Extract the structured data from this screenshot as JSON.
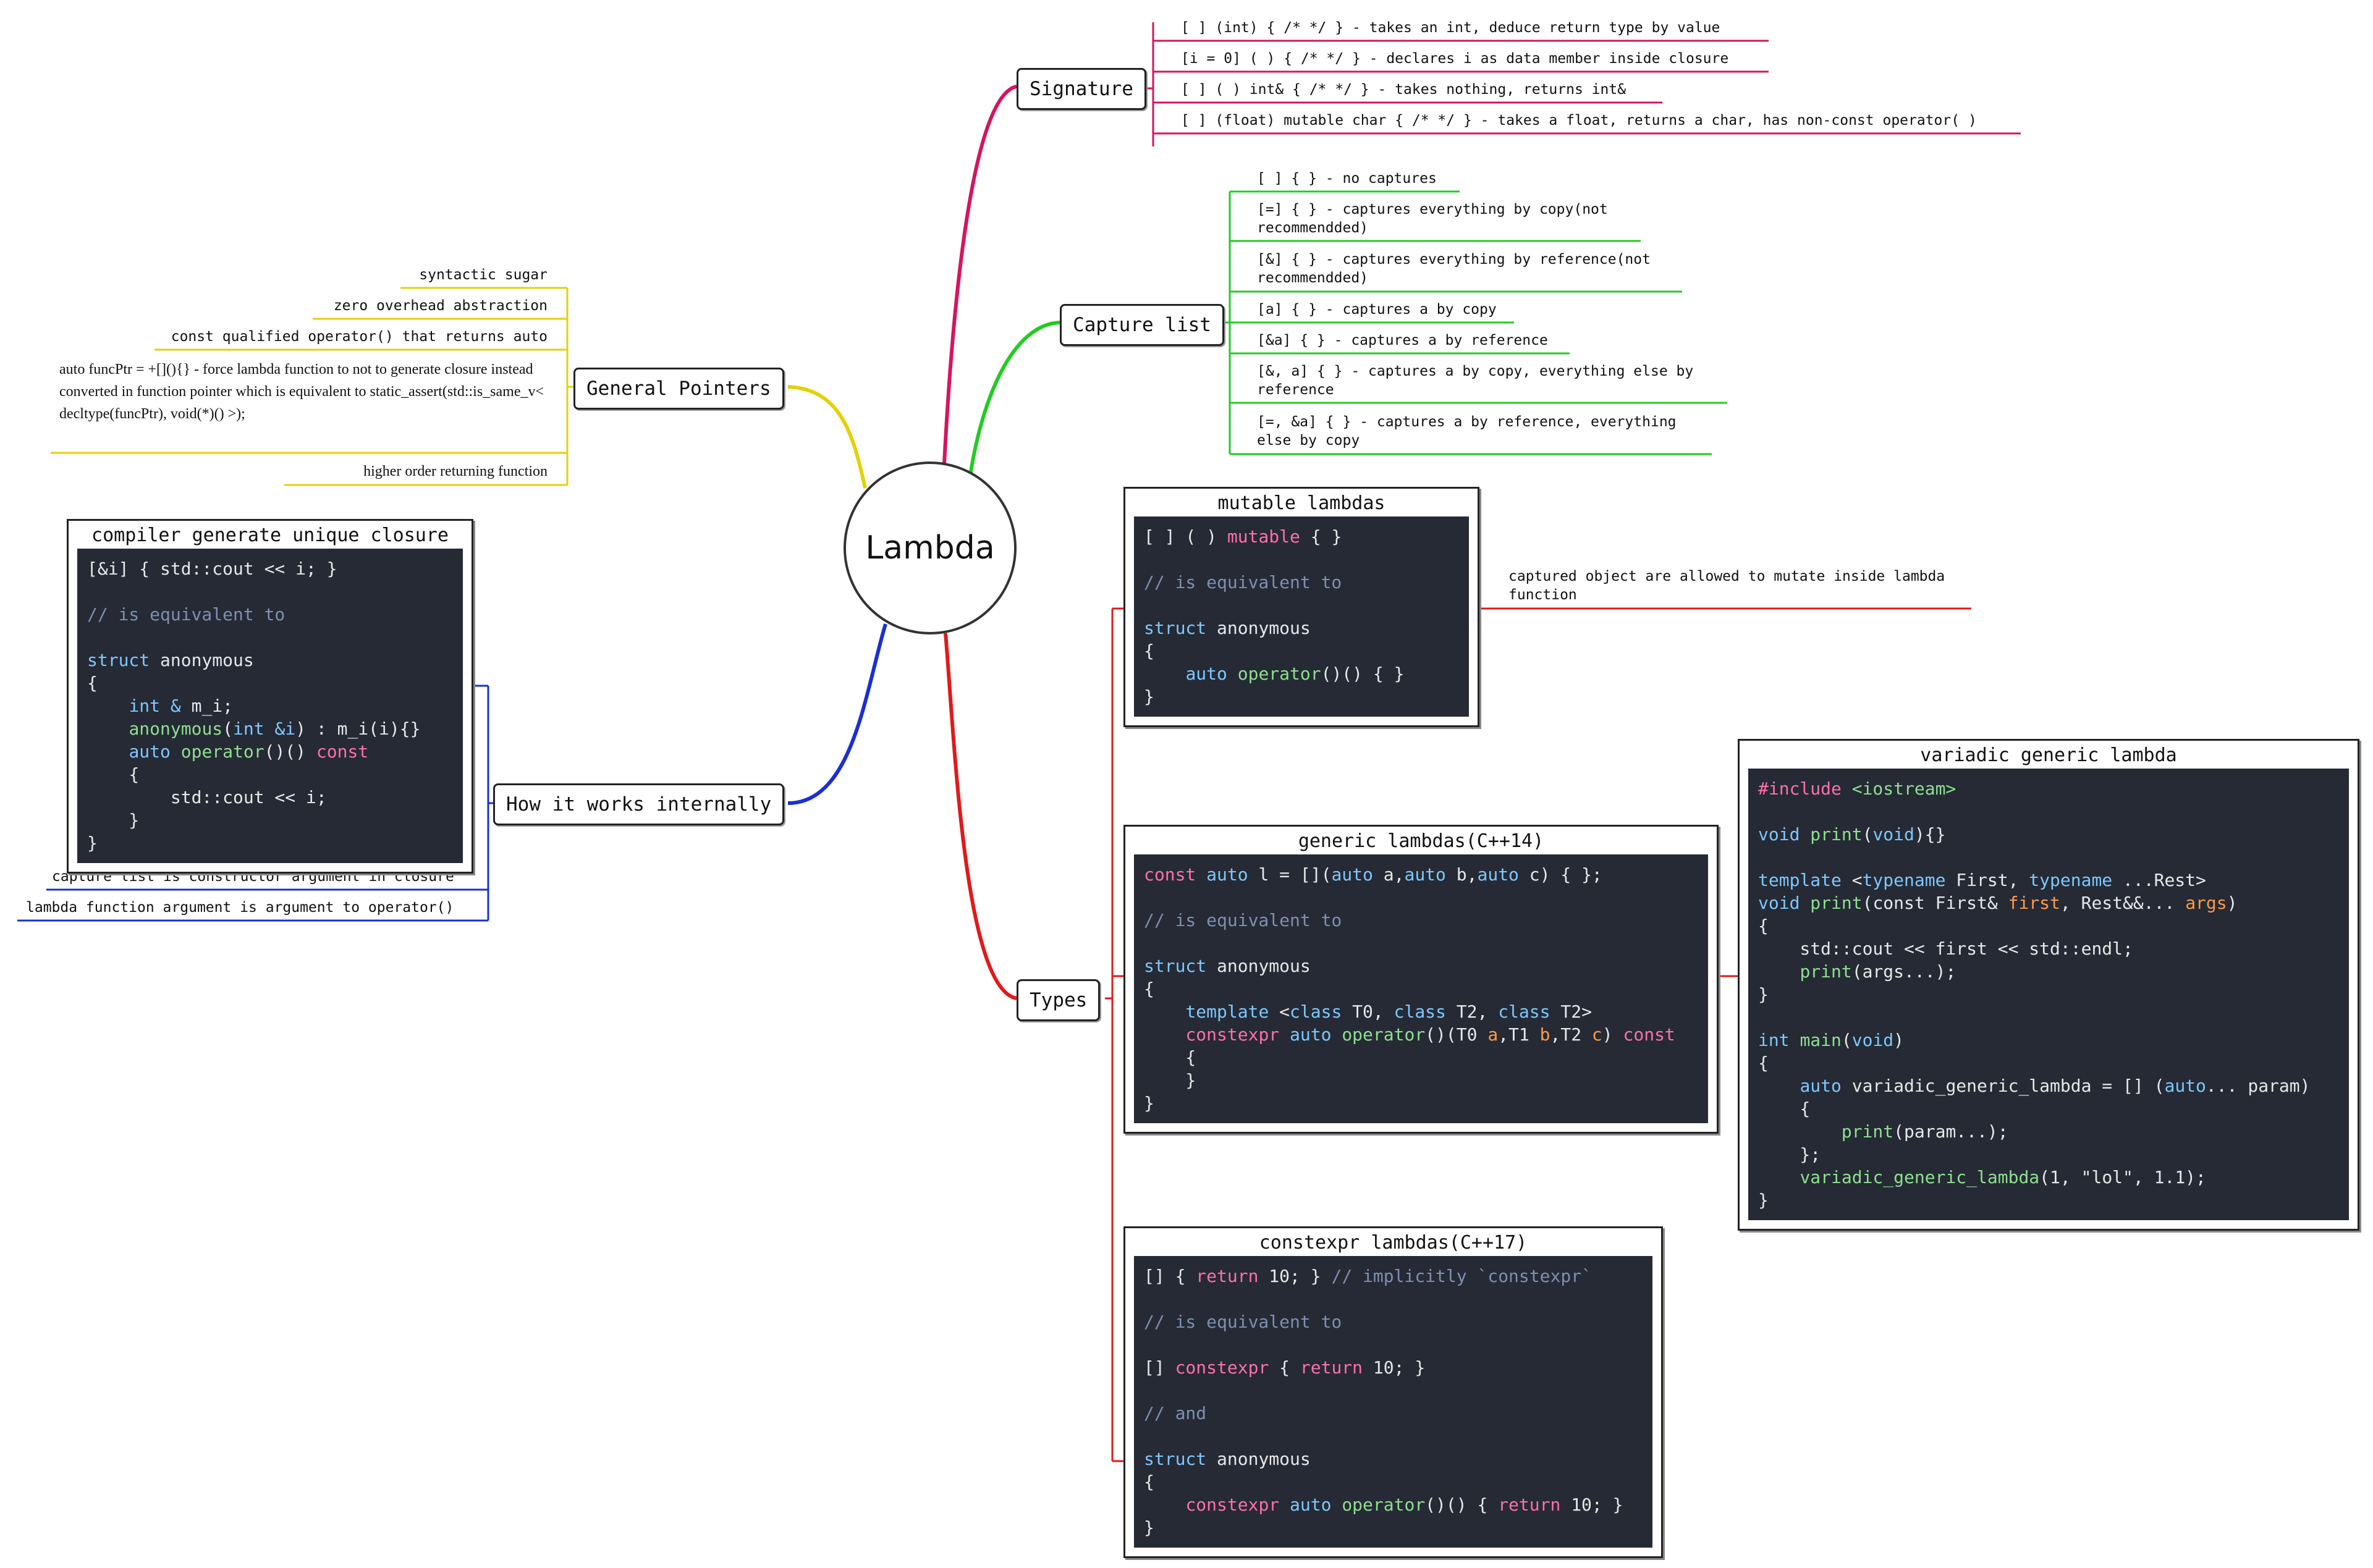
{
  "center": {
    "title": "Lambda"
  },
  "branches": {
    "signature": {
      "label": "Signature",
      "color": "#d6145f"
    },
    "capture": {
      "label": "Capture list",
      "color": "#22cc22"
    },
    "general": {
      "label": "General Pointers",
      "color": "#e6d10a"
    },
    "internals": {
      "label": "How it works internally",
      "color": "#1a2fd6"
    },
    "types": {
      "label": "Types",
      "color": "#e01a1a"
    }
  },
  "signature_notes": [
    "[ ] (int) { /*  */ }   - takes an int, deduce return type by value",
    "[i = 0] ( ) { /*  */ }   - declares i as data member inside closure",
    "[ ] ( ) int& { /*  */ }   - takes nothing, returns int&",
    "[ ] (float) mutable char { /*  */ }   - takes a float, returns a char, has non-const operator( )"
  ],
  "capture_notes": [
    "[ ] { }  - no captures",
    "[=] { }  - captures everything by copy(not recommendded)",
    "[&] { }  - captures everything by reference(not recommendded)",
    "[a] { }  - captures a by copy",
    "[&a] { }  - captures a by reference",
    "[&, a] { }  - captures a by copy, everything else by reference",
    "[=, &a] { }  - captures a by reference, everything else by copy"
  ],
  "general_notes": [
    "syntactic sugar",
    "zero overhead abstraction",
    "const qualified operator() that returns auto",
    "auto funcPtr = +[](){} - force lambda function to not to generate closure instead converted in function pointer which is equivalent to static_assert(std::is_same_v< decltype(funcPtr), void(*)() >);",
    "higher order returning function"
  ],
  "internals_notes": [
    "capture list is constructor argument in closure",
    "lambda function argument is argument to operator()"
  ],
  "mutable_note": "captured object are allowed to mutate inside lambda function",
  "cards": {
    "closure": {
      "title": "compiler generate unique closure",
      "lines": [
        [
          [
            "[&i] { std::cout << i; }",
            "#e8e8e8"
          ]
        ],
        [
          [
            "",
            "#e8e8e8"
          ]
        ],
        [
          [
            "// is equivalent to",
            "#7f8fb0"
          ]
        ],
        [
          [
            "",
            "#e8e8e8"
          ]
        ],
        [
          [
            "struct",
            "#7ec8ff"
          ],
          [
            " anonymous",
            "#e8e8e8"
          ]
        ],
        [
          [
            "{",
            "#e8e8e8"
          ]
        ],
        [
          [
            "    ",
            "#e8e8e8"
          ],
          [
            "int & ",
            "#7ec8ff"
          ],
          [
            "m_i;",
            "#e8e8e8"
          ]
        ],
        [
          [
            "    ",
            "#e8e8e8"
          ],
          [
            "anonymous",
            "#8fe08f"
          ],
          [
            "(",
            "#e8e8e8"
          ],
          [
            "int &i",
            "#7ec8ff"
          ],
          [
            ") : m_i(i){}",
            "#e8e8e8"
          ]
        ],
        [
          [
            "    ",
            "#e8e8e8"
          ],
          [
            "auto",
            "#7ec8ff"
          ],
          [
            " ",
            "#e8e8e8"
          ],
          [
            "operator",
            "#8fe08f"
          ],
          [
            "()() ",
            "#e8e8e8"
          ],
          [
            "const",
            "#ff6fae"
          ]
        ],
        [
          [
            "    {",
            "#e8e8e8"
          ]
        ],
        [
          [
            "        std::cout << i;",
            "#e8e8e8"
          ]
        ],
        [
          [
            "    }",
            "#e8e8e8"
          ]
        ],
        [
          [
            "}",
            "#e8e8e8"
          ]
        ]
      ]
    },
    "mutable": {
      "title": "mutable lambdas",
      "lines": [
        [
          [
            "[ ] ( ) ",
            "#e8e8e8"
          ],
          [
            "mutable",
            "#ff6fae"
          ],
          [
            " { }",
            "#e8e8e8"
          ]
        ],
        [
          [
            "",
            "#e8e8e8"
          ]
        ],
        [
          [
            "// is equivalent to",
            "#7f8fb0"
          ]
        ],
        [
          [
            "",
            "#e8e8e8"
          ]
        ],
        [
          [
            "struct",
            "#7ec8ff"
          ],
          [
            " anonymous",
            "#e8e8e8"
          ]
        ],
        [
          [
            "{",
            "#e8e8e8"
          ]
        ],
        [
          [
            "    ",
            "#e8e8e8"
          ],
          [
            "auto",
            "#7ec8ff"
          ],
          [
            " ",
            "#e8e8e8"
          ],
          [
            "operator",
            "#8fe08f"
          ],
          [
            "()() { }",
            "#e8e8e8"
          ]
        ],
        [
          [
            "}",
            "#e8e8e8"
          ]
        ]
      ]
    },
    "generic": {
      "title": "generic lambdas(C++14)",
      "lines": [
        [
          [
            "const",
            "#ff6fae"
          ],
          [
            " ",
            "#e8e8e8"
          ],
          [
            "auto",
            "#7ec8ff"
          ],
          [
            " l = [](",
            "#e8e8e8"
          ],
          [
            "auto",
            "#7ec8ff"
          ],
          [
            " a,",
            "#e8e8e8"
          ],
          [
            "auto",
            "#7ec8ff"
          ],
          [
            " b,",
            "#e8e8e8"
          ],
          [
            "auto",
            "#7ec8ff"
          ],
          [
            " c) { };",
            "#e8e8e8"
          ]
        ],
        [
          [
            "",
            "#e8e8e8"
          ]
        ],
        [
          [
            "// is equivalent to",
            "#7f8fb0"
          ]
        ],
        [
          [
            "",
            "#e8e8e8"
          ]
        ],
        [
          [
            "struct",
            "#7ec8ff"
          ],
          [
            " anonymous",
            "#e8e8e8"
          ]
        ],
        [
          [
            "{",
            "#e8e8e8"
          ]
        ],
        [
          [
            "    ",
            "#e8e8e8"
          ],
          [
            "template",
            "#7ec8ff"
          ],
          [
            " <",
            "#e8e8e8"
          ],
          [
            "class",
            "#7ec8ff"
          ],
          [
            " T0, ",
            "#e8e8e8"
          ],
          [
            "class",
            "#7ec8ff"
          ],
          [
            " T2, ",
            "#e8e8e8"
          ],
          [
            "class",
            "#7ec8ff"
          ],
          [
            " T2>",
            "#e8e8e8"
          ]
        ],
        [
          [
            "    ",
            "#e8e8e8"
          ],
          [
            "constexpr",
            "#ff6fae"
          ],
          [
            " ",
            "#e8e8e8"
          ],
          [
            "auto",
            "#7ec8ff"
          ],
          [
            " ",
            "#e8e8e8"
          ],
          [
            "operator",
            "#8fe08f"
          ],
          [
            "()(T0 ",
            "#e8e8e8"
          ],
          [
            "a",
            "#ff9a4a"
          ],
          [
            ",T1 ",
            "#e8e8e8"
          ],
          [
            "b",
            "#ff9a4a"
          ],
          [
            ",T2 ",
            "#e8e8e8"
          ],
          [
            "c",
            "#ff9a4a"
          ],
          [
            ") ",
            "#e8e8e8"
          ],
          [
            "const",
            "#ff6fae"
          ]
        ],
        [
          [
            "    {",
            "#e8e8e8"
          ]
        ],
        [
          [
            "    }",
            "#e8e8e8"
          ]
        ],
        [
          [
            "}",
            "#e8e8e8"
          ]
        ]
      ]
    },
    "variadic": {
      "title": "variadic generic lambda",
      "lines": [
        [
          [
            "#include",
            "#ff6fae"
          ],
          [
            " ",
            "#e8e8e8"
          ],
          [
            "<iostream>",
            "#8fe08f"
          ]
        ],
        [
          [
            "",
            "#e8e8e8"
          ]
        ],
        [
          [
            "void",
            "#7ec8ff"
          ],
          [
            " ",
            "#e8e8e8"
          ],
          [
            "print",
            "#8fe08f"
          ],
          [
            "(",
            "#e8e8e8"
          ],
          [
            "void",
            "#7ec8ff"
          ],
          [
            "){}",
            "#e8e8e8"
          ]
        ],
        [
          [
            "",
            "#e8e8e8"
          ]
        ],
        [
          [
            "template",
            "#7ec8ff"
          ],
          [
            " <",
            "#e8e8e8"
          ],
          [
            "typename",
            "#7ec8ff"
          ],
          [
            " First, ",
            "#e8e8e8"
          ],
          [
            "typename",
            "#7ec8ff"
          ],
          [
            " ...Rest>",
            "#e8e8e8"
          ]
        ],
        [
          [
            "void",
            "#7ec8ff"
          ],
          [
            " ",
            "#e8e8e8"
          ],
          [
            "print",
            "#8fe08f"
          ],
          [
            "(const First& ",
            "#e8e8e8"
          ],
          [
            "first",
            "#ff9a4a"
          ],
          [
            ", Rest&&... ",
            "#e8e8e8"
          ],
          [
            "args",
            "#ff9a4a"
          ],
          [
            ")",
            "#e8e8e8"
          ]
        ],
        [
          [
            "{",
            "#e8e8e8"
          ]
        ],
        [
          [
            "    std::cout << first << std::endl;",
            "#e8e8e8"
          ]
        ],
        [
          [
            "    ",
            "#e8e8e8"
          ],
          [
            "print",
            "#8fe08f"
          ],
          [
            "(args...);",
            "#e8e8e8"
          ]
        ],
        [
          [
            "}",
            "#e8e8e8"
          ]
        ],
        [
          [
            "",
            "#e8e8e8"
          ]
        ],
        [
          [
            "int",
            "#7ec8ff"
          ],
          [
            " ",
            "#e8e8e8"
          ],
          [
            "main",
            "#8fe08f"
          ],
          [
            "(",
            "#e8e8e8"
          ],
          [
            "void",
            "#7ec8ff"
          ],
          [
            ")",
            "#e8e8e8"
          ]
        ],
        [
          [
            "{",
            "#e8e8e8"
          ]
        ],
        [
          [
            "    ",
            "#e8e8e8"
          ],
          [
            "auto",
            "#7ec8ff"
          ],
          [
            " variadic_generic_lambda = [] (",
            "#e8e8e8"
          ],
          [
            "auto",
            "#7ec8ff"
          ],
          [
            "... param)",
            "#e8e8e8"
          ]
        ],
        [
          [
            "    {",
            "#e8e8e8"
          ]
        ],
        [
          [
            "        ",
            "#e8e8e8"
          ],
          [
            "print",
            "#8fe08f"
          ],
          [
            "(param...);",
            "#e8e8e8"
          ]
        ],
        [
          [
            "    };",
            "#e8e8e8"
          ]
        ],
        [
          [
            "    ",
            "#e8e8e8"
          ],
          [
            "variadic_generic_lambda",
            "#8fe08f"
          ],
          [
            "(1, \"lol\", 1.1);",
            "#e8e8e8"
          ]
        ],
        [
          [
            "}",
            "#e8e8e8"
          ]
        ]
      ]
    },
    "constexpr": {
      "title": "constexpr lambdas(C++17)",
      "lines": [
        [
          [
            "[] { ",
            "#e8e8e8"
          ],
          [
            "return",
            "#ff6fae"
          ],
          [
            " 10; } ",
            "#e8e8e8"
          ],
          [
            "// implicitly `constexpr`",
            "#7f8fb0"
          ]
        ],
        [
          [
            "",
            "#e8e8e8"
          ]
        ],
        [
          [
            "// is equivalent to",
            "#7f8fb0"
          ]
        ],
        [
          [
            "",
            "#e8e8e8"
          ]
        ],
        [
          [
            "[] ",
            "#e8e8e8"
          ],
          [
            "constexpr",
            "#ff6fae"
          ],
          [
            " { ",
            "#e8e8e8"
          ],
          [
            "return",
            "#ff6fae"
          ],
          [
            " 10; }",
            "#e8e8e8"
          ]
        ],
        [
          [
            "",
            "#e8e8e8"
          ]
        ],
        [
          [
            "// and",
            "#7f8fb0"
          ]
        ],
        [
          [
            "",
            "#e8e8e8"
          ]
        ],
        [
          [
            "struct",
            "#7ec8ff"
          ],
          [
            " anonymous",
            "#e8e8e8"
          ]
        ],
        [
          [
            "{",
            "#e8e8e8"
          ]
        ],
        [
          [
            "    ",
            "#e8e8e8"
          ],
          [
            "constexpr",
            "#ff6fae"
          ],
          [
            " ",
            "#e8e8e8"
          ],
          [
            "auto",
            "#7ec8ff"
          ],
          [
            " ",
            "#e8e8e8"
          ],
          [
            "operator",
            "#8fe08f"
          ],
          [
            "()() { ",
            "#e8e8e8"
          ],
          [
            "return",
            "#ff6fae"
          ],
          [
            " 10; }",
            "#e8e8e8"
          ]
        ],
        [
          [
            "}",
            "#e8e8e8"
          ]
        ]
      ]
    }
  }
}
